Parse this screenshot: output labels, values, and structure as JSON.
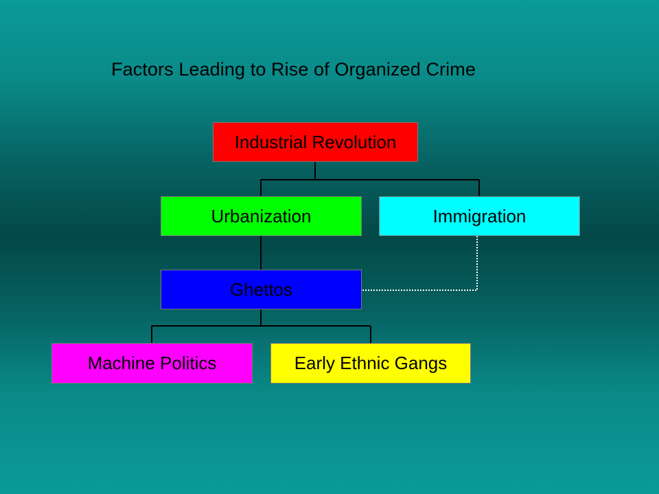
{
  "title": "Factors Leading to Rise of Organized Crime",
  "nodes": {
    "industrial_revolution": {
      "label": "Industrial Revolution",
      "color": "#ff0000"
    },
    "urbanization": {
      "label": "Urbanization",
      "color": "#00ff00"
    },
    "immigration": {
      "label": "Immigration",
      "color": "#00ffff"
    },
    "ghettos": {
      "label": "Ghettos",
      "color": "#0000ff"
    },
    "machine_politics": {
      "label": "Machine Politics",
      "color": "#ff00ff"
    },
    "early_ethnic_gangs": {
      "label": "Early Ethnic Gangs",
      "color": "#ffff00"
    }
  },
  "edges": [
    {
      "from": "industrial_revolution",
      "to": "urbanization",
      "style": "solid"
    },
    {
      "from": "industrial_revolution",
      "to": "immigration",
      "style": "solid"
    },
    {
      "from": "urbanization",
      "to": "ghettos",
      "style": "solid"
    },
    {
      "from": "immigration",
      "to": "ghettos",
      "style": "dotted"
    },
    {
      "from": "ghettos",
      "to": "machine_politics",
      "style": "solid"
    },
    {
      "from": "ghettos",
      "to": "early_ethnic_gangs",
      "style": "solid"
    }
  ]
}
